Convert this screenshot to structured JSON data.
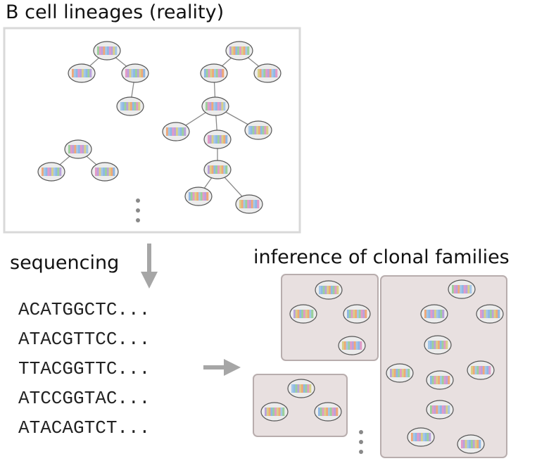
{
  "title": "B cell lineages (reality)",
  "sequencing_label": "sequencing",
  "inference_label": "inference of clonal families",
  "sequences": [
    "ACATGGCTC...",
    "ATACGTTCC...",
    "TTACGGTTC...",
    "ATCCGGTAC...",
    "ATACAGTCT..."
  ],
  "colors": {
    "panel_border": "#d9d9d9",
    "family_fill": "#e8e0e0",
    "family_border": "#b8adad",
    "node_fill": "#ececec",
    "node_stroke": "#555555",
    "arrow": "#a6a6a6",
    "band_palette": [
      "#9bd19b",
      "#b9a2dd",
      "#f0a878",
      "#8fb8e6",
      "#e39ac7",
      "#d8d088",
      "#a3c7e8"
    ]
  }
}
